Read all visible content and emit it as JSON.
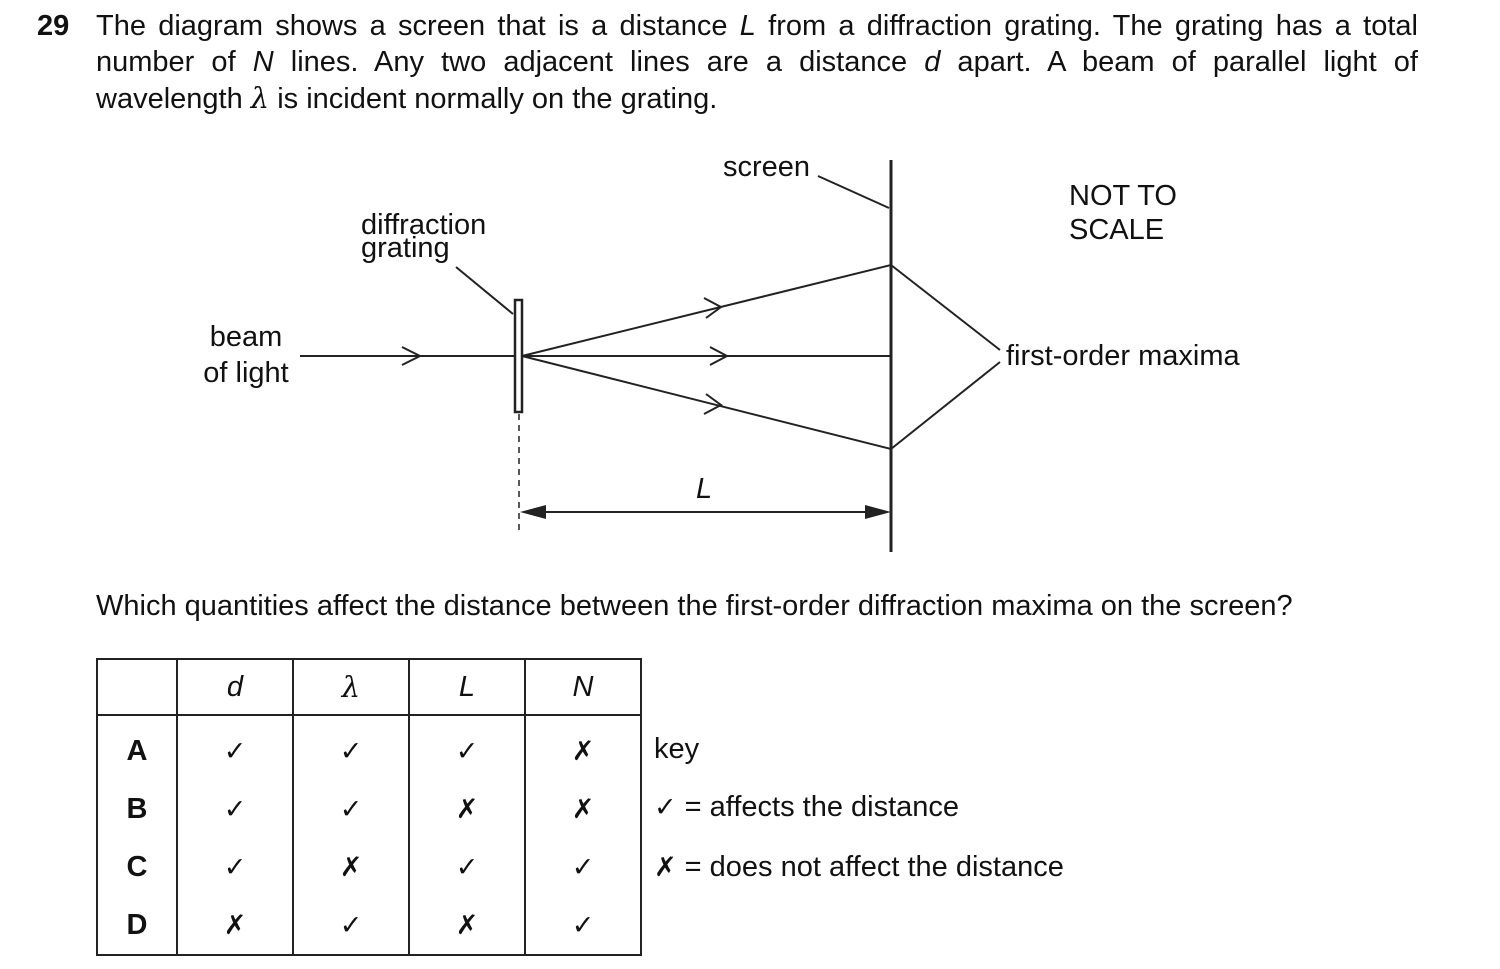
{
  "question": {
    "number": "29",
    "stem": {
      "line1": [
        "The diagram shows a screen that is a distance ",
        "L",
        " from a diffraction grating. The grating has a total"
      ],
      "line2": [
        "number of ",
        "N",
        " lines. Any two adjacent lines are a distance ",
        "d",
        " apart. A beam of parallel light of"
      ],
      "line3": [
        "wavelength ",
        "λ",
        " is incident normally on the grating."
      ]
    },
    "prompt": "Which quantities affect the distance between the first-order diffraction maxima on the screen?"
  },
  "diagram": {
    "labels": {
      "screen": "screen",
      "grating_line1": "diffraction",
      "grating_line2": "grating",
      "beam_line1": "beam",
      "beam_line2": "of light",
      "not_to_scale_line1": "NOT TO",
      "not_to_scale_line2": "SCALE",
      "maxima": "first-order maxima",
      "distance": "L"
    }
  },
  "options_table": {
    "headers": [
      "",
      "d",
      "λ",
      "L",
      "N"
    ],
    "rows": [
      {
        "label": "A",
        "cells": [
          "✓",
          "✓",
          "✓",
          "✗"
        ]
      },
      {
        "label": "B",
        "cells": [
          "✓",
          "✓",
          "✗",
          "✗"
        ]
      },
      {
        "label": "C",
        "cells": [
          "✓",
          "✗",
          "✓",
          "✓"
        ]
      },
      {
        "label": "D",
        "cells": [
          "✗",
          "✓",
          "✗",
          "✓"
        ]
      }
    ]
  },
  "key": {
    "title": "key",
    "tick": "✓",
    "tick_text": " = affects the distance",
    "cross": "✗",
    "cross_text": " = does not affect the distance"
  }
}
